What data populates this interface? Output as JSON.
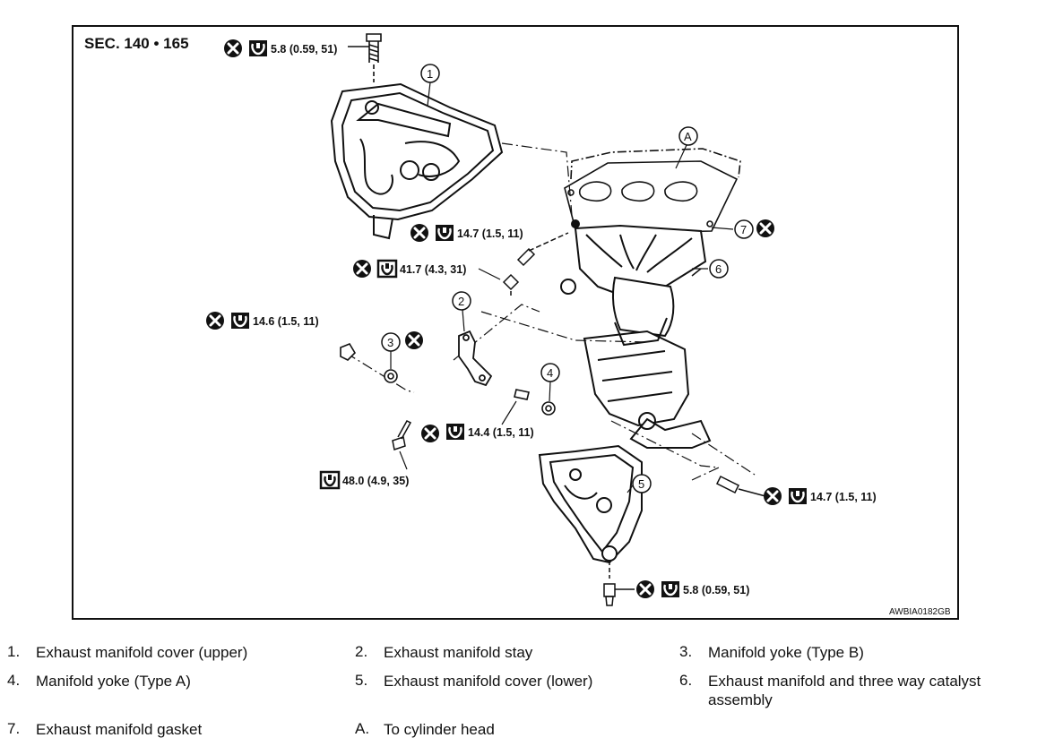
{
  "diagram": {
    "section_label": "SEC. 140 • 165",
    "image_code": "AWBIA0182GB",
    "torques": {
      "t1": "5.8 (0.59, 51)",
      "t2": "14.7 (1.5, 11)",
      "t3": "41.7 (4.3, 31)",
      "t4": "14.6 (1.5, 11)",
      "t5": "14.4 (1.5, 11)",
      "t6": "48.0 (4.9, 35)",
      "t7": "14.7 (1.5, 11)",
      "t8": "5.8 (0.59, 51)"
    },
    "callouts": {
      "c1": "1",
      "c2": "2",
      "c3": "3",
      "c4": "4",
      "c5": "5",
      "c6": "6",
      "c7": "7",
      "cA": "A"
    }
  },
  "legend": [
    {
      "key": "1.",
      "text": "Exhaust manifold cover (upper)"
    },
    {
      "key": "2.",
      "text": "Exhaust manifold stay"
    },
    {
      "key": "3.",
      "text": "Manifold yoke (Type B)"
    },
    {
      "key": "4.",
      "text": "Manifold yoke (Type A)"
    },
    {
      "key": "5.",
      "text": "Exhaust manifold cover (lower)"
    },
    {
      "key": "6.",
      "text": "Exhaust manifold and three way catalyst assembly"
    },
    {
      "key": "7.",
      "text": "Exhaust manifold gasket"
    },
    {
      "key": "A.",
      "text": "To cylinder head"
    }
  ]
}
